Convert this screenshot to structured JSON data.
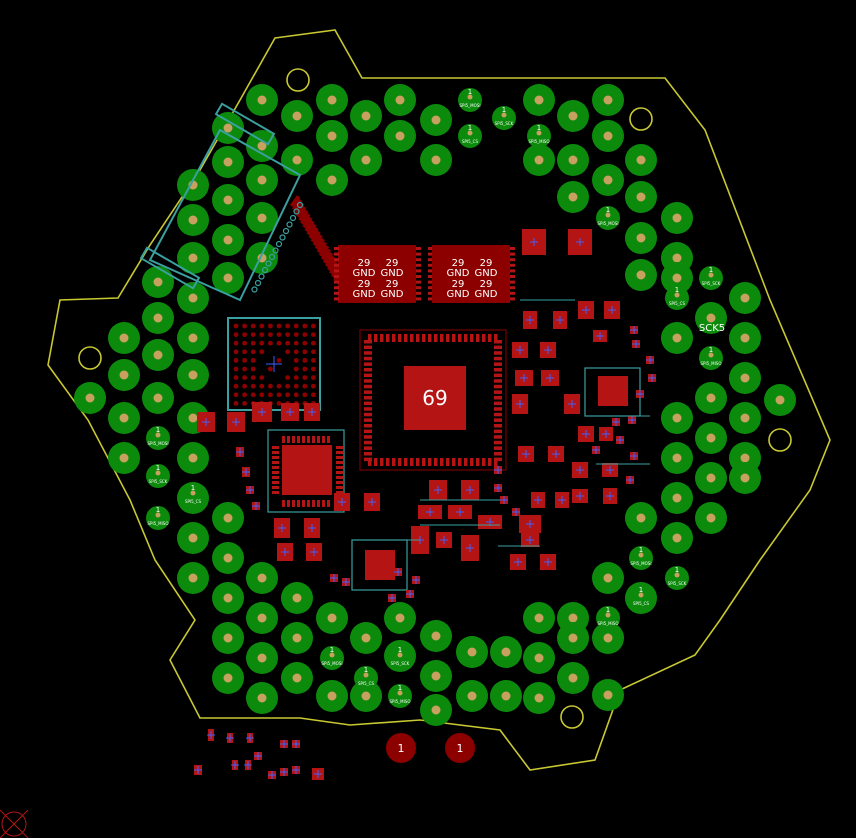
{
  "colors": {
    "background": "#000000",
    "outline": "#c8c832",
    "pad_green": "#0c8a0c",
    "pad_inner": "#c8a060",
    "copper_red": "#8c0000",
    "copper_bright": "#b41414",
    "silk_cyan": "#3aa0a0",
    "cross_blue": "#4060ff",
    "text_white": "#ffffff"
  },
  "labels": {
    "chip_main": "69",
    "chip_tl_1": "29",
    "chip_tl_2": "29",
    "chip_tl_gnd_1": "GND",
    "chip_tl_gnd_2": "GND",
    "chip_tl_3": "29",
    "chip_tl_4": "29",
    "chip_tl_gnd_3": "GND",
    "chip_tl_gnd_4": "GND",
    "chip_tr_1": "29",
    "chip_tr_2": "29",
    "chip_tr_gnd_1": "GND",
    "chip_tr_gnd_2": "GND",
    "chip_tr_3": "29",
    "chip_tr_4": "29",
    "chip_tr_gnd_3": "GND",
    "chip_tr_gnd_4": "GND",
    "sck5": "SCK5",
    "pad_num": "1",
    "via_bottom_1": "1",
    "via_bottom_2": "1"
  },
  "tiny_pad_labels": [
    "SPI5_MOSI",
    "SPI5_SCK",
    "SPI5_CS",
    "SPI5_MISO",
    "SPI5_MOSI",
    "SPI5_SCK",
    "SPI5_CS",
    "SPI5_MISO",
    "SPI5_MOSI",
    "SPI5_SCK",
    "SPI5_CS",
    "SPI5_MISO"
  ]
}
